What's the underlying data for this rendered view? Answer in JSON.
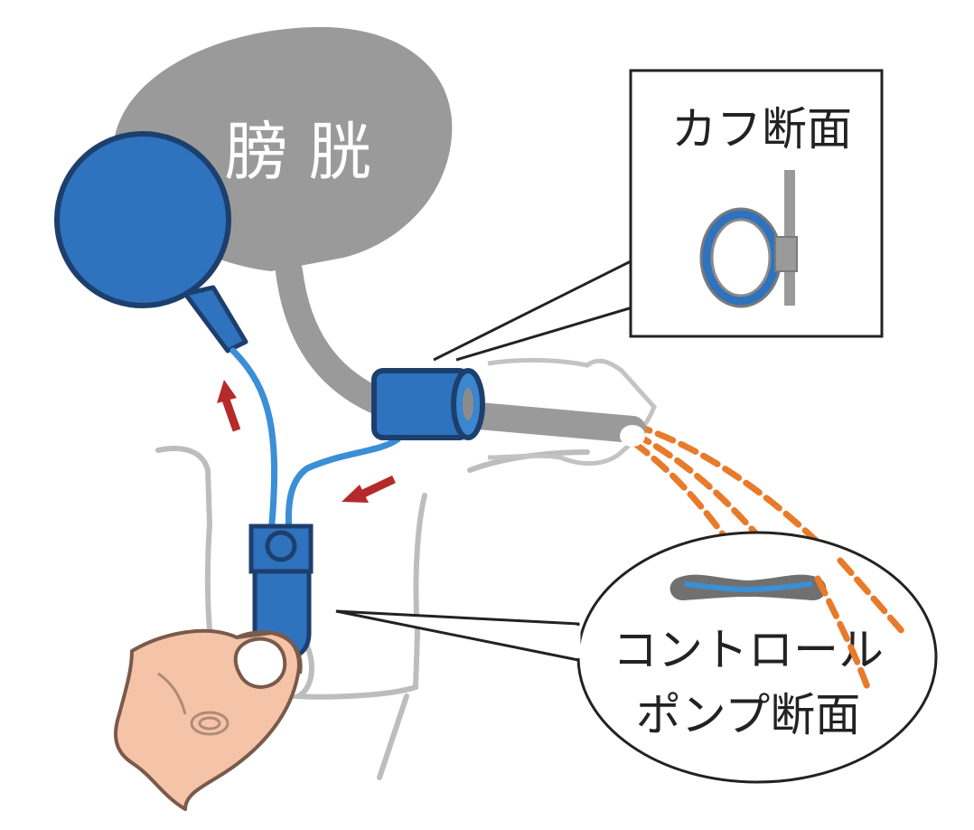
{
  "labels": {
    "bladder": "膀 胱",
    "cuff_section": "カフ断面",
    "pump_section_line1": "コントロール",
    "pump_section_line2": "ポンプ断面"
  },
  "colors": {
    "bladder_gray": "#9a9a9a",
    "device_blue": "#2f72bd",
    "device_blue_dark": "#1d3f6e",
    "tube_blue": "#3a8fd6",
    "flow_arrow_red": "#b52a2a",
    "urethra_orange": "#e87a2a",
    "skin": "#f5c4a8",
    "outline_gray": "#b9b9b9",
    "callout_line": "#222222"
  },
  "icons": {
    "reservoir": "reservoir-balloon-icon",
    "cuff": "urethral-cuff-icon",
    "pump": "control-pump-icon",
    "finger": "finger-icon"
  }
}
